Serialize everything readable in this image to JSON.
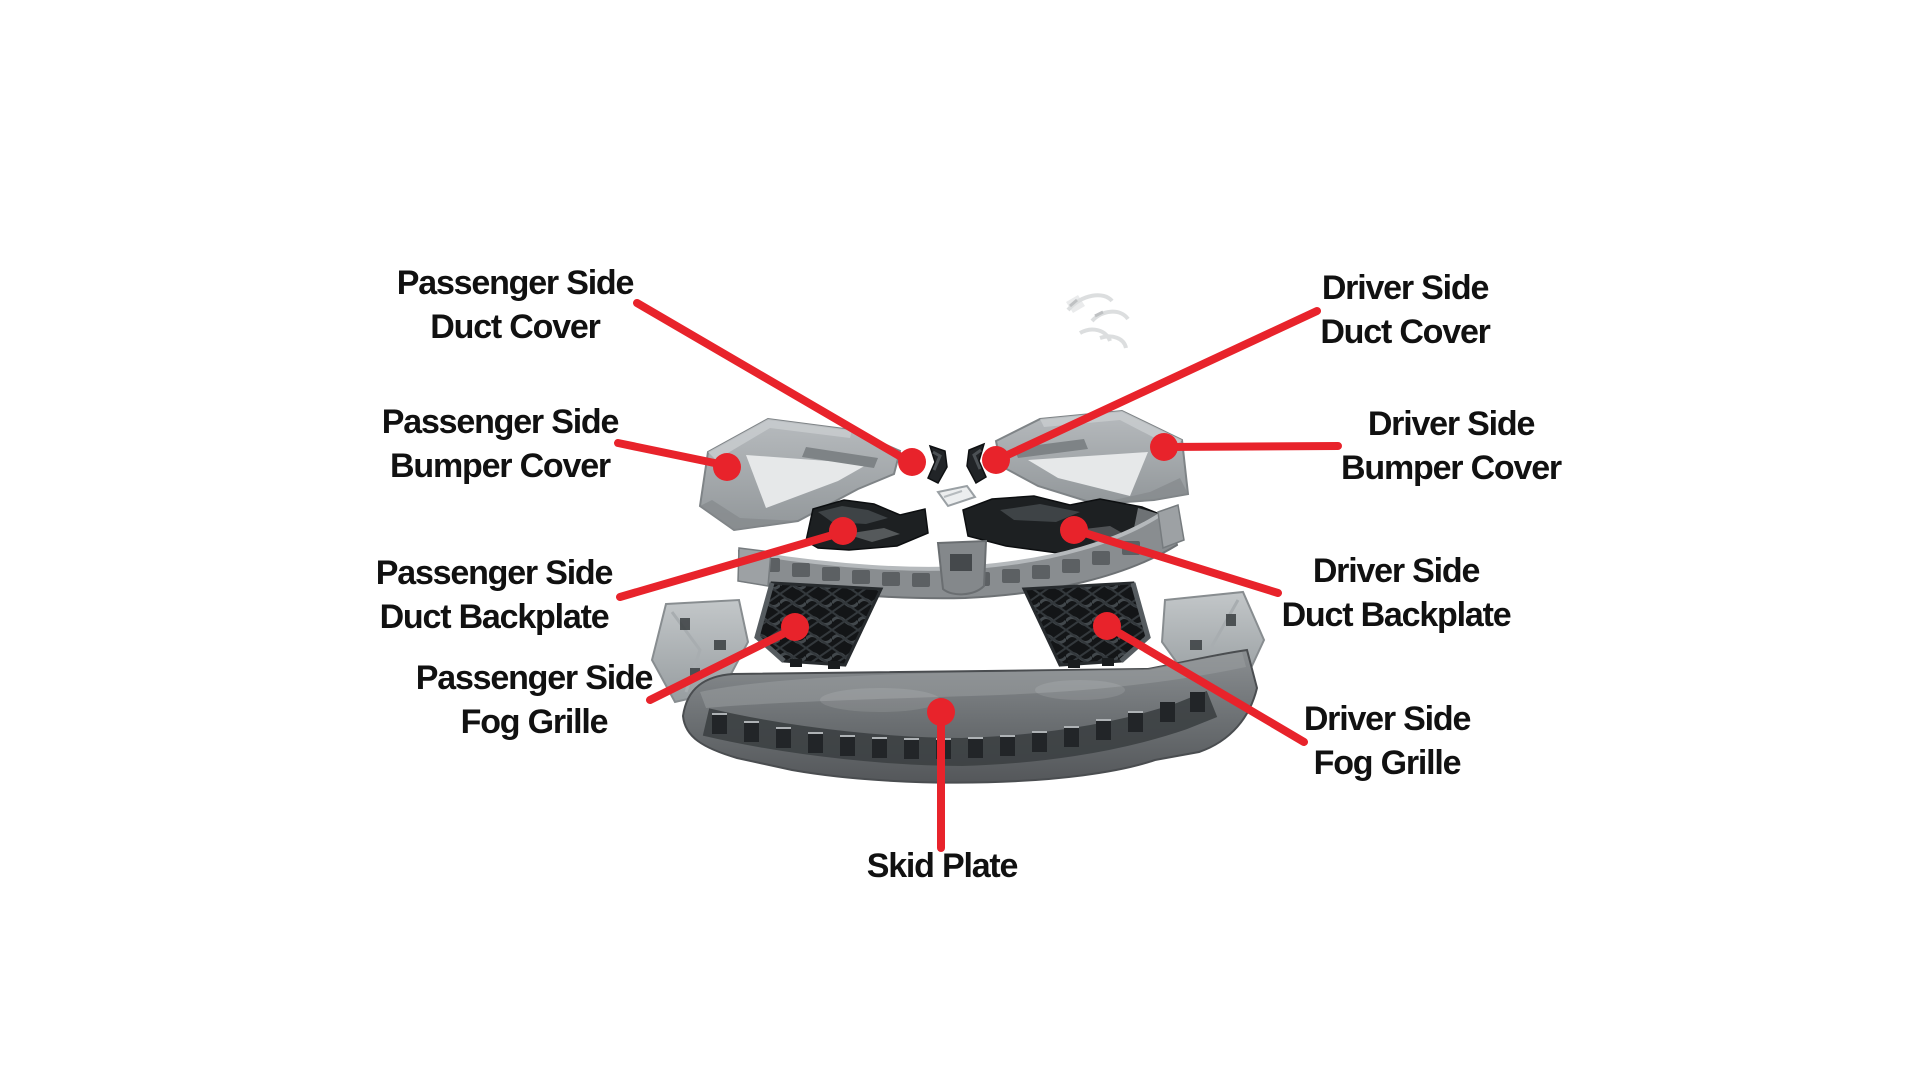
{
  "diagram_type": "exploded-parts-callout-diagram",
  "subject": "front bumper component kit photo with labeled parts",
  "colors": {
    "background": "#ffffff",
    "callout_red": "#e8232b",
    "text": "#111111",
    "bumper_cover_gray": "#a9adb0",
    "grille_bar_gray": "#898d90",
    "dark_plastic": "#1d2022",
    "skid_plate_gray": "#6b6f72",
    "bracket_gray": "#b4b8ba",
    "chrome_trim": "#eceeef"
  },
  "labels": {
    "passenger_duct_cover": {
      "line1": "Passenger Side",
      "line2": "Duct Cover"
    },
    "driver_duct_cover": {
      "line1": "Driver Side",
      "line2": "Duct Cover"
    },
    "passenger_bumper_cover": {
      "line1": "Passenger Side",
      "line2": "Bumper Cover"
    },
    "driver_bumper_cover": {
      "line1": "Driver Side",
      "line2": "Bumper Cover"
    },
    "passenger_duct_backplate": {
      "line1": "Passenger Side",
      "line2": "Duct Backplate"
    },
    "driver_duct_backplate": {
      "line1": "Driver Side",
      "line2": "Duct Backplate"
    },
    "passenger_fog_grille": {
      "line1": "Passenger Side",
      "line2": "Fog Grille"
    },
    "driver_fog_grille": {
      "line1": "Driver Side",
      "line2": "Fog Grille"
    },
    "skid_plate": {
      "line1": "Skid Plate"
    }
  },
  "parts": [
    "passenger-side-bumper-cover",
    "driver-side-bumper-cover",
    "passenger-side-duct-cover",
    "driver-side-duct-cover",
    "passenger-side-duct-backplate",
    "driver-side-duct-backplate",
    "upper-grille-bar",
    "passenger-side-fog-grille",
    "driver-side-fog-grille",
    "left-side-bracket",
    "right-side-bracket",
    "skid-plate",
    "chrome-trim-clip",
    "small-fastener-clips"
  ]
}
